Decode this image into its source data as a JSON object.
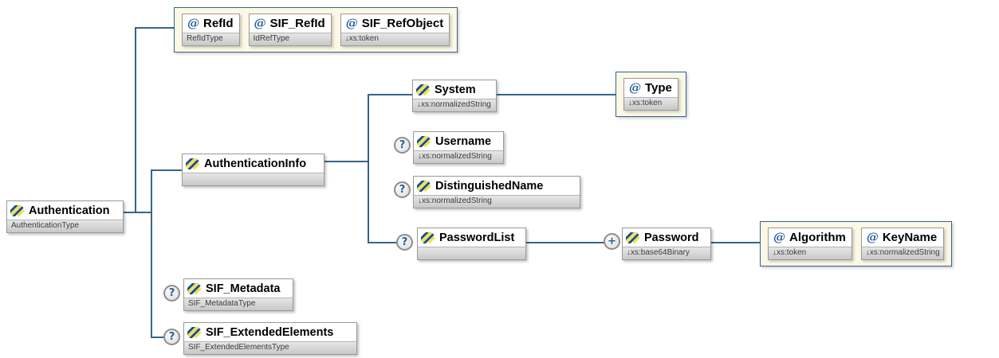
{
  "colors": {
    "connector_line": "#36648b",
    "container_background": "#fcf8e6",
    "container_border": "#36648b",
    "box_border": "#9a9a9a",
    "type_bar_background": "#d4d4d4",
    "badge_glyph": "#2a6099",
    "attribute_glyph": "#2a5d9b",
    "icon_navy": "#1d4e89",
    "icon_yellow": "#f2e13c"
  },
  "icons": {
    "attribute_glyph": "@"
  },
  "badges": {
    "optional": "?",
    "repeat": "+"
  },
  "nodes": {
    "authentication": {
      "label": "Authentication",
      "type": "AuthenticationType"
    },
    "refid": {
      "label": "RefId",
      "type": "RefIdType"
    },
    "sif_refid": {
      "label": "SIF_RefId",
      "type": "IdRefType"
    },
    "sif_refobject": {
      "label": "SIF_RefObject",
      "type": "↓xs:token"
    },
    "authentication_info": {
      "label": "AuthenticationInfo",
      "type": ""
    },
    "system": {
      "label": "System",
      "type": "↓xs:normalizedString"
    },
    "type_attr": {
      "label": "Type",
      "type": "↓xs:token"
    },
    "username": {
      "label": "Username",
      "type": "↓xs:normalizedString"
    },
    "distinguished_name": {
      "label": "DistinguishedName",
      "type": "↓xs:normalizedString"
    },
    "password_list": {
      "label": "PasswordList",
      "type": ""
    },
    "password": {
      "label": "Password",
      "type": "↓xs:base64Binary"
    },
    "algorithm": {
      "label": "Algorithm",
      "type": "↓xs:token"
    },
    "keyname": {
      "label": "KeyName",
      "type": "↓xs:normalizedString"
    },
    "sif_metadata": {
      "label": "SIF_Metadata",
      "type": "SIF_MetadataType"
    },
    "sif_extended_elements": {
      "label": "SIF_ExtendedElements",
      "type": "SIF_ExtendedElementsType"
    }
  }
}
